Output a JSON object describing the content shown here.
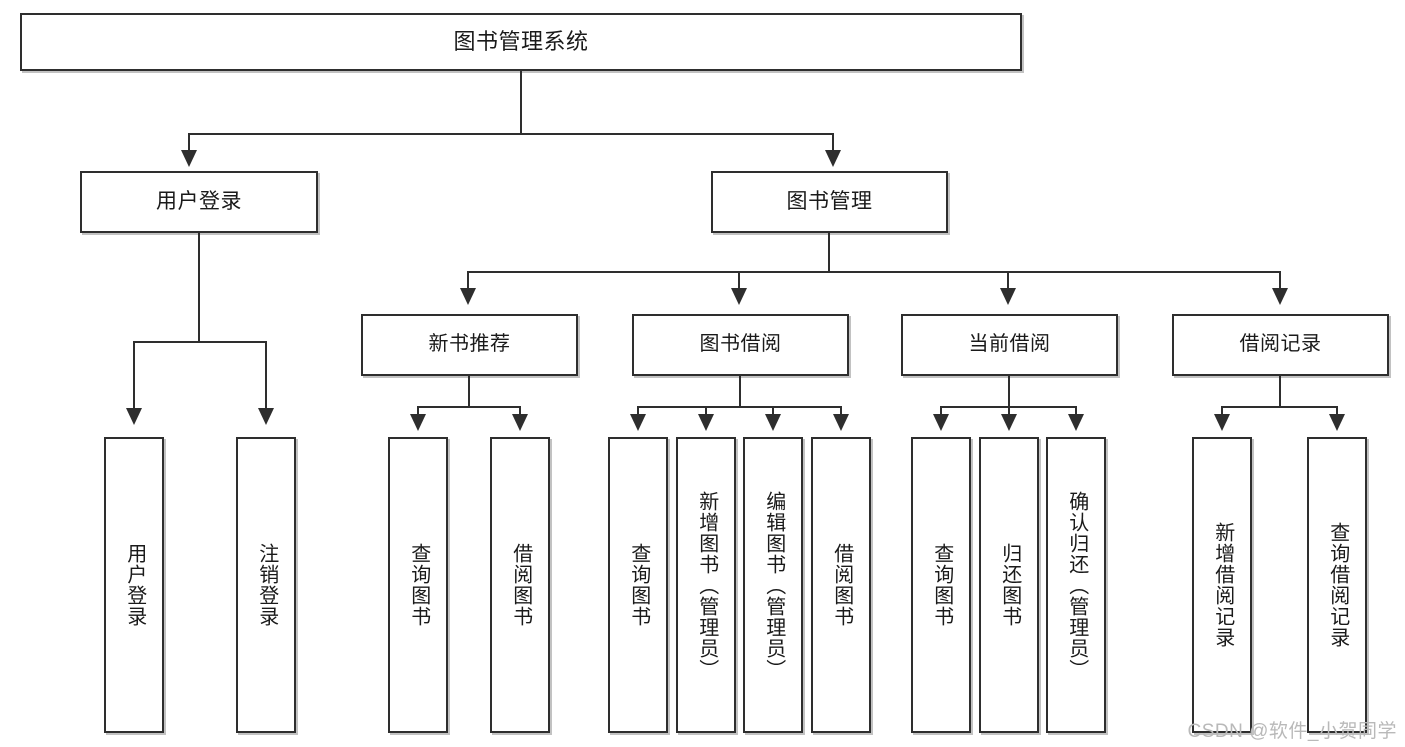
{
  "diagram": {
    "title": "图书管理系统",
    "type": "hierarchy-tree",
    "root": {
      "label": "图书管理系统"
    },
    "level2": [
      {
        "label": "用户登录"
      },
      {
        "label": "图书管理"
      }
    ],
    "level3": [
      {
        "label": "新书推荐"
      },
      {
        "label": "图书借阅"
      },
      {
        "label": "当前借阅"
      },
      {
        "label": "借阅记录"
      }
    ],
    "leaves": {
      "user_login": [
        {
          "label": "用户登录"
        },
        {
          "label": "注销登录"
        }
      ],
      "new_book_recommend": [
        {
          "label": "查询图书"
        },
        {
          "label": "借阅图书"
        }
      ],
      "book_borrow": [
        {
          "label": "查询图书"
        },
        {
          "label": "新增图书（管理员）"
        },
        {
          "label": "编辑图书（管理员）"
        },
        {
          "label": "借阅图书"
        }
      ],
      "current_borrow": [
        {
          "label": "查询图书"
        },
        {
          "label": "归还图书"
        },
        {
          "label": "确认归还（管理员）"
        }
      ],
      "borrow_record": [
        {
          "label": "新增借阅记录"
        },
        {
          "label": "查询借阅记录"
        }
      ]
    }
  },
  "watermark": {
    "text": "CSDN @软件_小贺同学"
  },
  "colors": {
    "stroke": "#2e2e2e",
    "background": "#ffffff",
    "watermark": "#b9b9b9"
  }
}
